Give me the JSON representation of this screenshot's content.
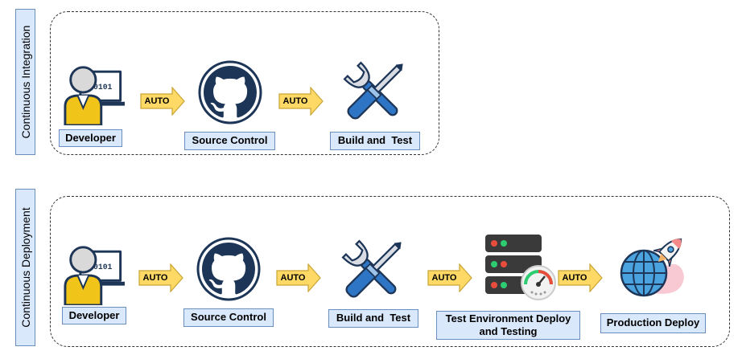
{
  "sections": {
    "ci": {
      "title": "Continuous Integration",
      "steps": {
        "developer": "Developer",
        "source_control": "Source Control",
        "build_test": "Build and  Test"
      },
      "arrows": [
        "AUTO",
        "AUTO"
      ]
    },
    "cd": {
      "title": "Continuous Deployment",
      "steps": {
        "developer": "Developer",
        "source_control": "Source Control",
        "build_test": "Build and  Test",
        "test_env": "Test Environment Deploy and Testing",
        "production": "Production Deploy"
      },
      "arrows": [
        "AUTO",
        "AUTO",
        "AUTO",
        "AUTO"
      ]
    }
  },
  "icons": [
    "developer-icon",
    "github-icon",
    "tools-icon",
    "server-icon",
    "globe-rocket-icon"
  ],
  "colors": {
    "label_fill": "#dae8fc",
    "label_border": "#6c8ebf",
    "arrow_fill": "#ffd966",
    "arrow_stroke": "#d6b656",
    "icon_blue": "#1d3557",
    "tool_blue": "#2f75c6",
    "server_dark": "#3a3a3a",
    "globe_blue": "#4aa3df",
    "rocket_pink": "#f48a8a"
  }
}
